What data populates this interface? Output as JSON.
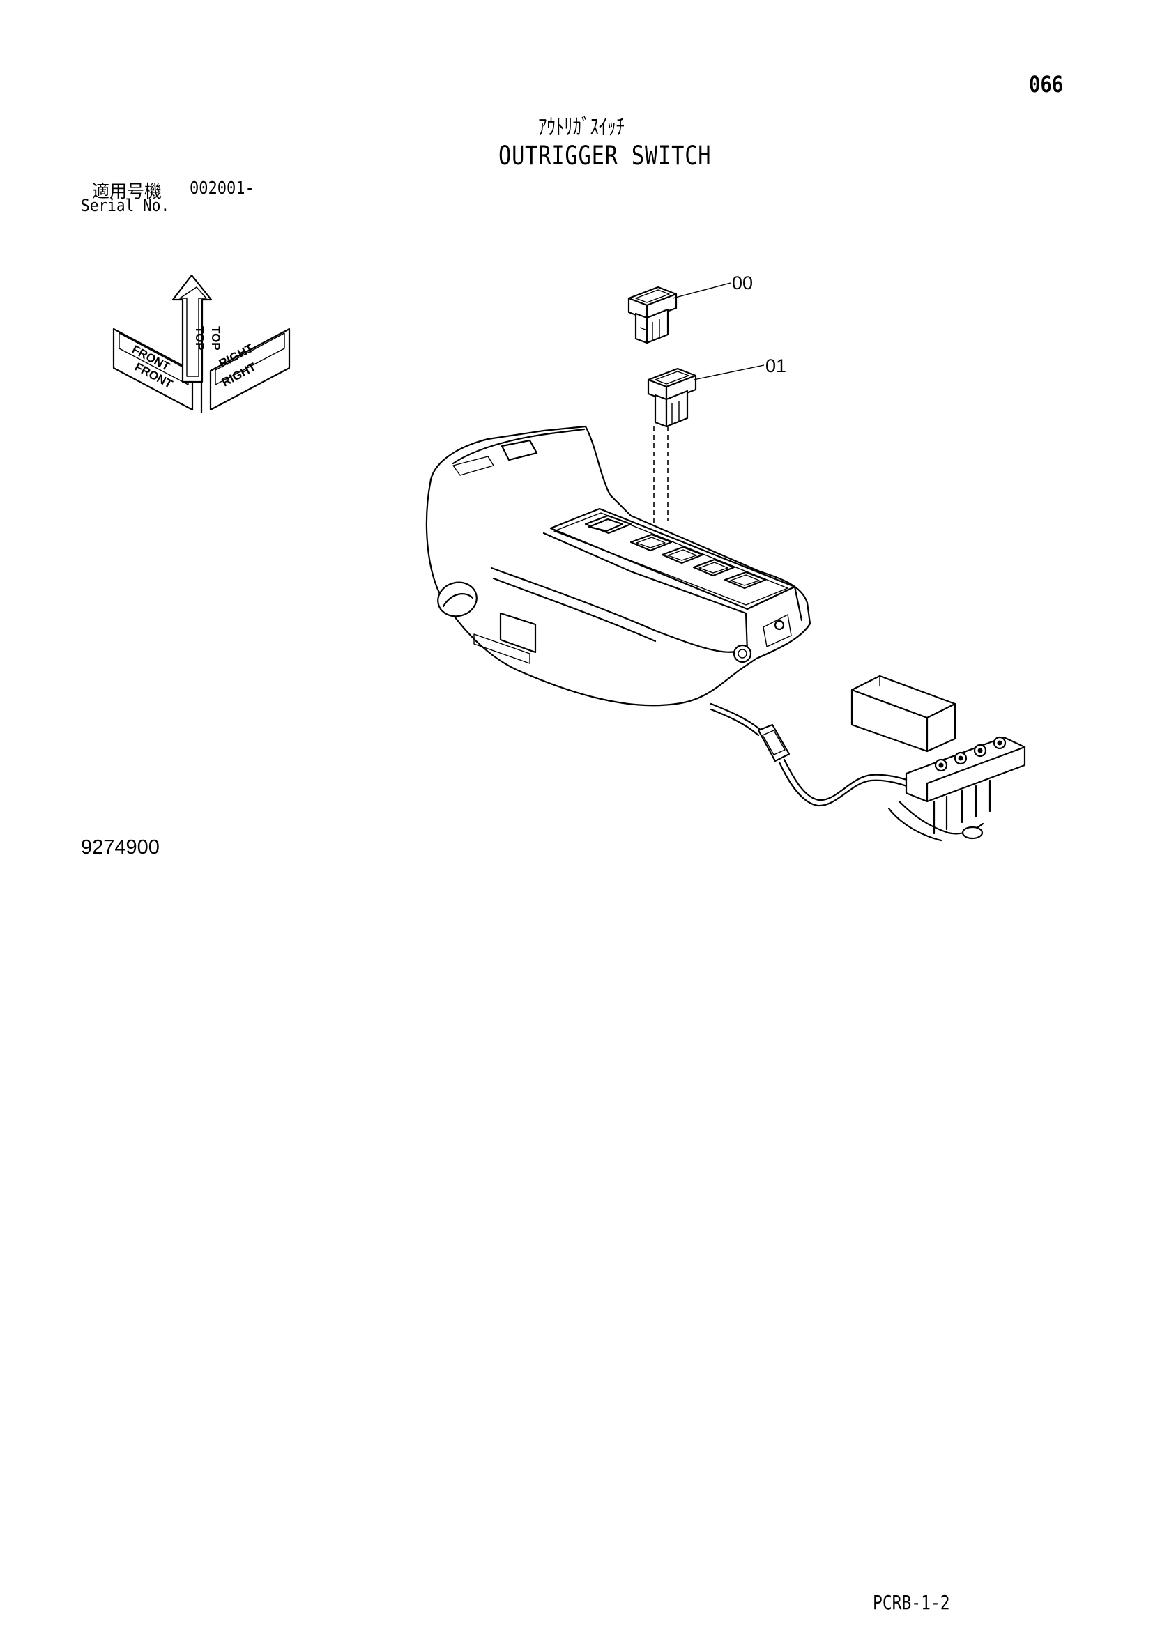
{
  "header": {
    "page_number": "066",
    "title_jp": "ｱｳﾄﾘｶﾞｽｲｯﾁ",
    "title_en": "OUTRIGGER SWITCH"
  },
  "serial": {
    "label_jp": "適用号機",
    "value": "002001-",
    "label_en": "Serial No."
  },
  "orientation_icon": {
    "front_label": "FRONT",
    "top_label": "TOP",
    "right_label": "RIGHT",
    "front_shadow": "FRONT",
    "top_shadow": "TOP",
    "right_shadow": "RIGHT"
  },
  "callouts": [
    {
      "label": "00"
    },
    {
      "label": "01"
    }
  ],
  "drawing_number": "9274900",
  "doc_code": "PCRB-1-2"
}
